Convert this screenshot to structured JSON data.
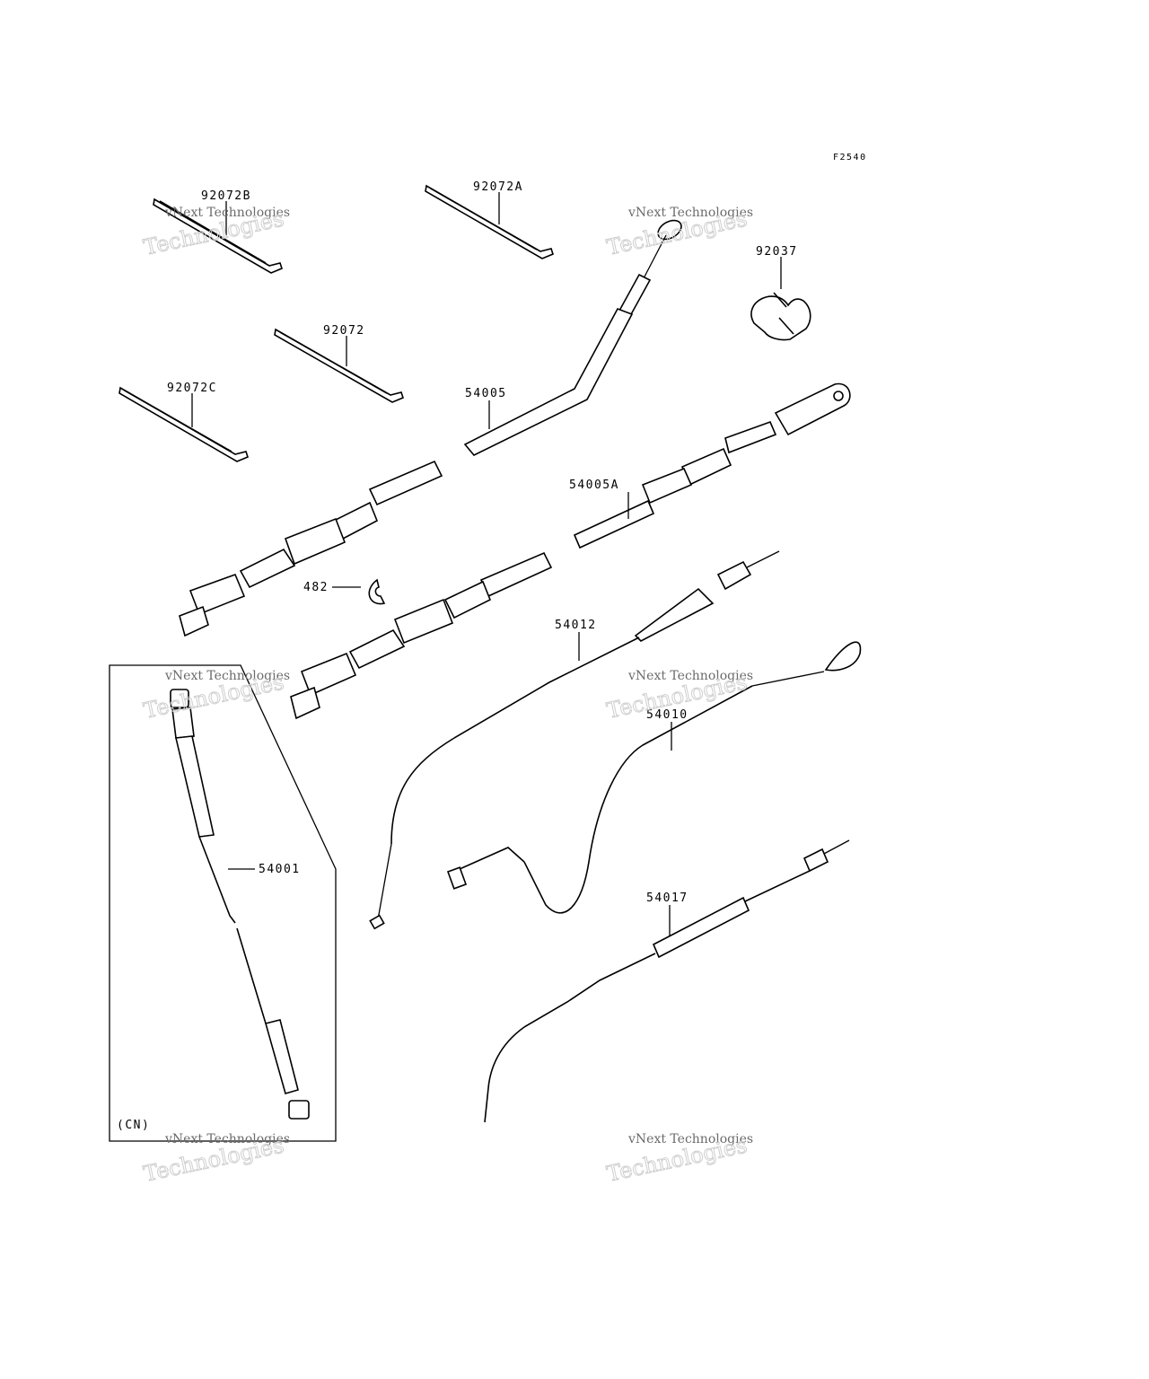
{
  "diagram": {
    "figure_code": "F2540",
    "inset_label": "(CN)",
    "watermark": [
      "vNext Technologies",
      "Technologies"
    ],
    "parts": [
      {
        "id": "92072B",
        "label": "92072B"
      },
      {
        "id": "92072A",
        "label": "92072A"
      },
      {
        "id": "92037",
        "label": "92037"
      },
      {
        "id": "92072",
        "label": "92072"
      },
      {
        "id": "92072C",
        "label": "92072C"
      },
      {
        "id": "54005",
        "label": "54005"
      },
      {
        "id": "54005A",
        "label": "54005A"
      },
      {
        "id": "482",
        "label": "482"
      },
      {
        "id": "54012",
        "label": "54012"
      },
      {
        "id": "54010",
        "label": "54010"
      },
      {
        "id": "54001",
        "label": "54001"
      },
      {
        "id": "54017",
        "label": "54017"
      }
    ]
  }
}
